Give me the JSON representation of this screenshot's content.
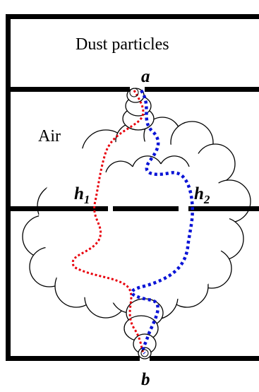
{
  "labels": {
    "top_region": "Dust particles",
    "middle_region": "Air",
    "point_a": "a",
    "point_b": "b",
    "hole1_base": "h",
    "hole1_sub": "1",
    "hole2_base": "h",
    "hole2_sub": "2"
  },
  "colors": {
    "walls": "#000000",
    "path_red": "#e8000b",
    "path_blue": "#0a14d6",
    "cloud_stroke": "#000000",
    "cloud_fill": "#ffffff"
  }
}
